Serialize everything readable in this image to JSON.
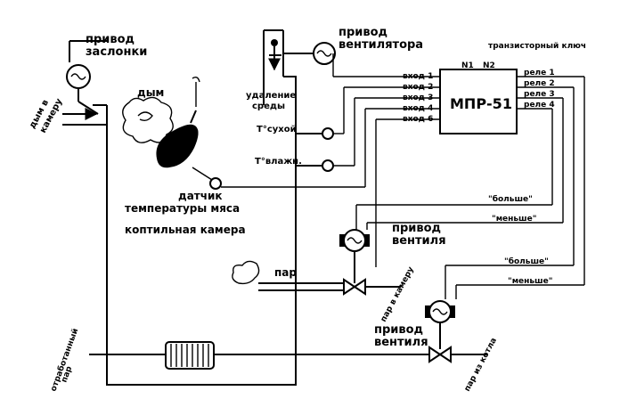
{
  "labels": {
    "damper_drive": [
      "привод",
      "заслонки"
    ],
    "fan_drive": [
      "привод",
      "вентилятора"
    ],
    "smoke": "дым",
    "smoke_to_chamber": [
      "дым в",
      "камеру"
    ],
    "exhaust": [
      "удаление",
      "среды"
    ],
    "t_dry": "T°сухой",
    "t_wet": "T°влажн.",
    "meat_sensor": [
      "датчик",
      "температуры мяса"
    ],
    "chamber": "коптильная камера",
    "controller": "МПР-51",
    "inputs": [
      "вход 1",
      "вход 2",
      "вход 3",
      "вход 4",
      "вход 6"
    ],
    "relays": [
      "реле 1",
      "реле 2",
      "реле 3",
      "реле 4"
    ],
    "terminals": [
      "N1",
      "N2"
    ],
    "transistor_key": "транзисторный ключ",
    "valve_drive_1": [
      "привод",
      "вентиля"
    ],
    "valve_drive_2": [
      "привод",
      "вентиля"
    ],
    "more_1": "\"больше\"",
    "less_1": "\"меньше\"",
    "more_2": "\"больше\"",
    "less_2": "\"меньше\"",
    "steam": "пар",
    "steam_to_chamber": "пар в камеру",
    "spent_steam": [
      "отработанный",
      "пар"
    ],
    "steam_from_boiler": "пар из котла"
  }
}
